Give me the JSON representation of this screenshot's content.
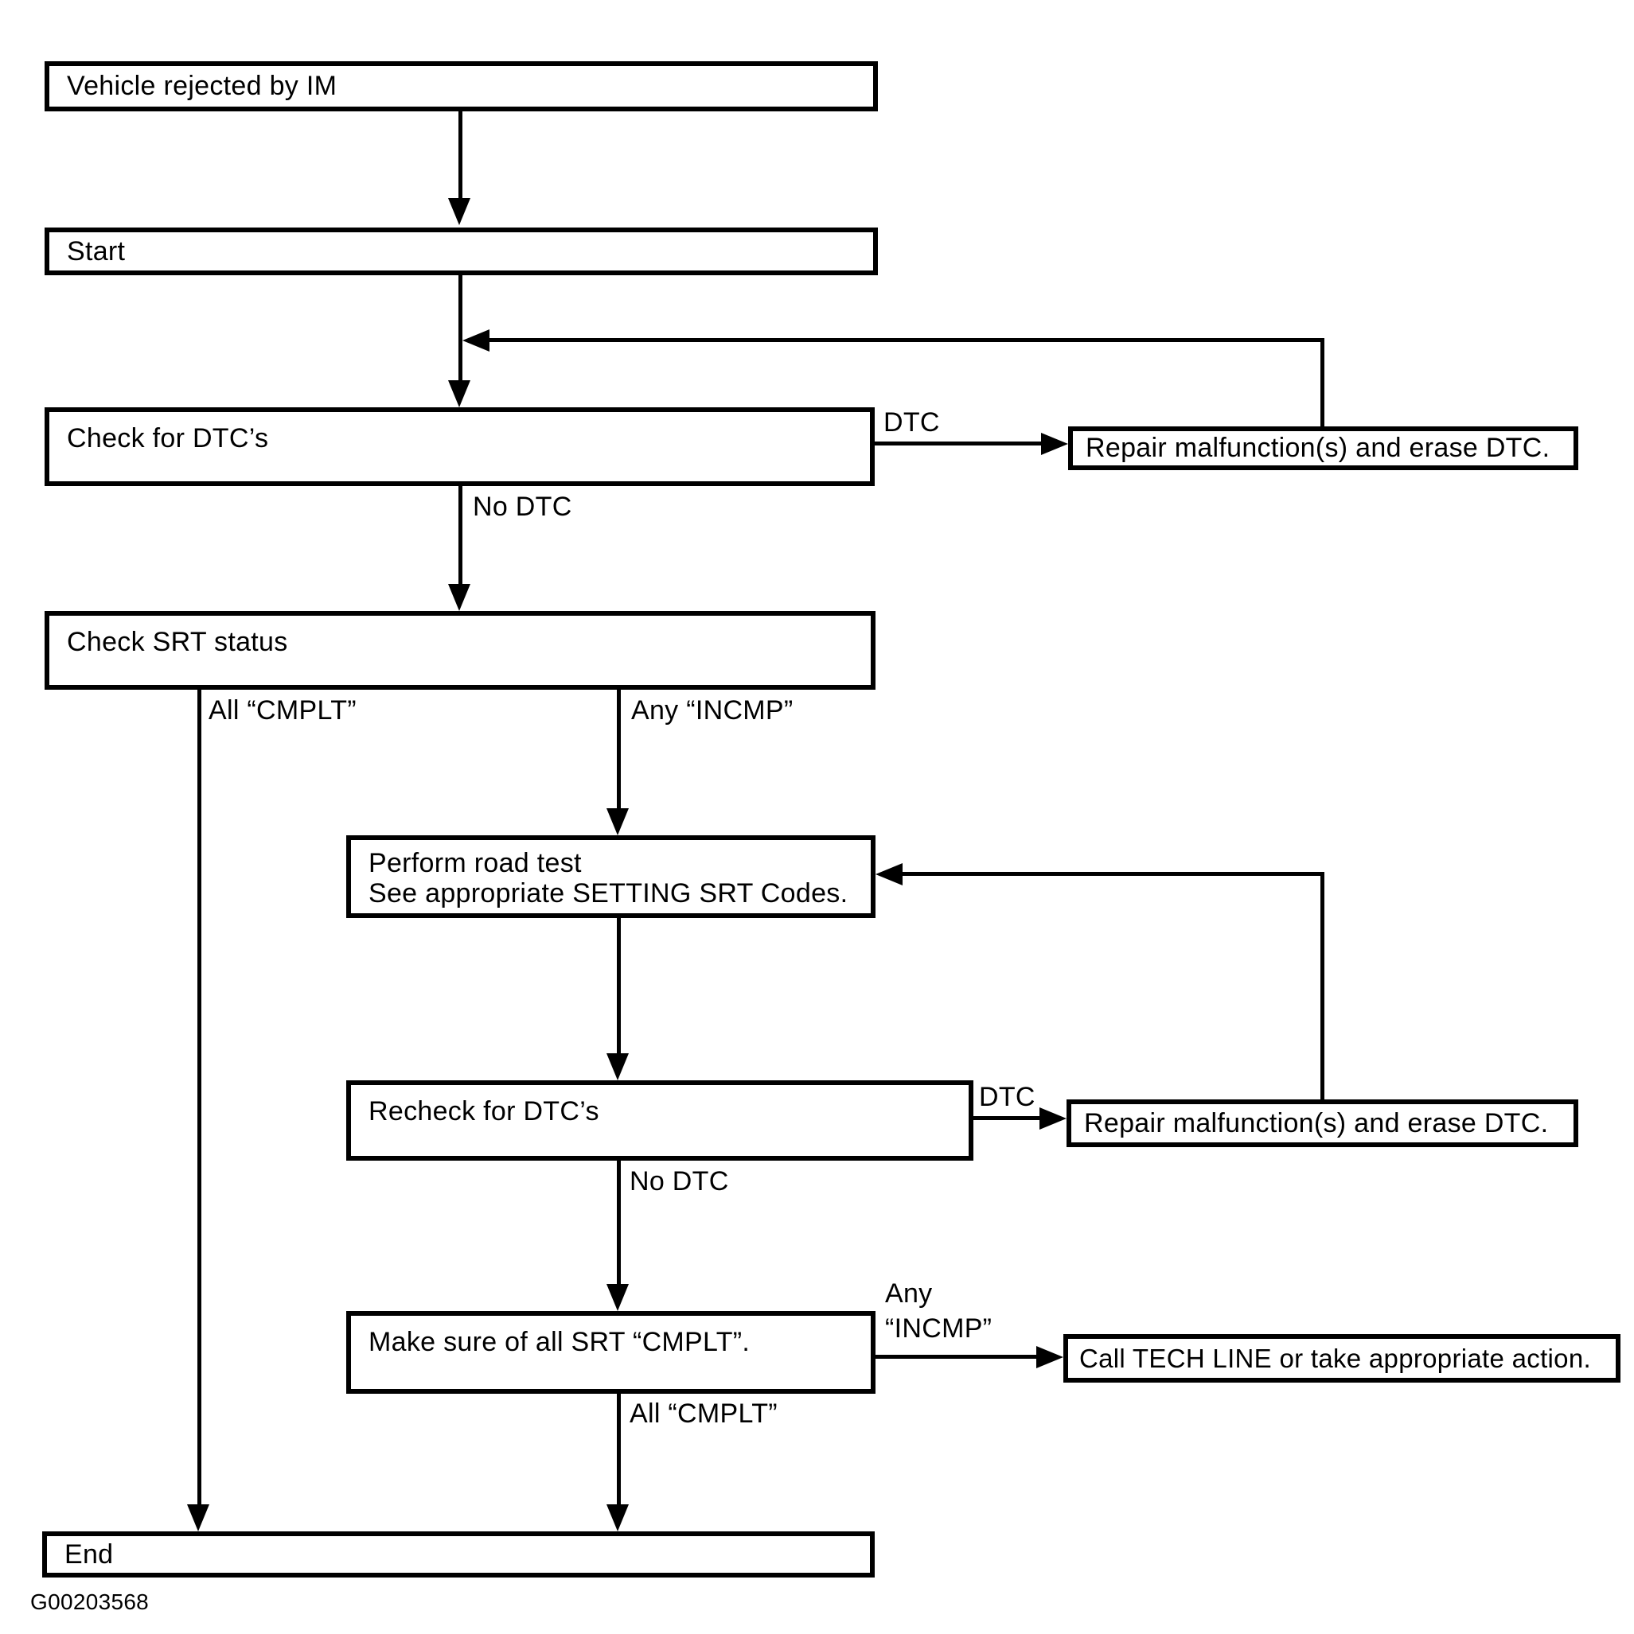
{
  "figure": {
    "caption": "G00203568"
  },
  "nodes": {
    "vehicle_rejected": {
      "label": "Vehicle rejected by IM"
    },
    "start": {
      "label": "Start"
    },
    "check_dtc": {
      "label": "Check for DTC’s"
    },
    "repair_1": {
      "label": "Repair malfunction(s) and erase DTC."
    },
    "check_srt": {
      "label": "Check SRT status"
    },
    "perform_road_test": {
      "line1": "Perform road test",
      "line2": "See appropriate SETTING SRT Codes."
    },
    "recheck_dtc": {
      "label": "Recheck for DTC’s"
    },
    "repair_2": {
      "label": "Repair malfunction(s) and erase DTC."
    },
    "make_sure_srt": {
      "label": "Make sure of all SRT “CMPLT”."
    },
    "call_tech_line": {
      "label": "Call TECH LINE or take appropriate action."
    },
    "end": {
      "label": "End"
    }
  },
  "edge_labels": {
    "dtc_1": "DTC",
    "no_dtc_1": "No DTC",
    "all_cmplt_1": "All “CMPLT”",
    "any_incmp_1": "Any “INCMP”",
    "dtc_2": "DTC",
    "no_dtc_2": "No DTC",
    "any_incmp_2_line1": "Any",
    "any_incmp_2_line2": "“INCMP”",
    "all_cmplt_2": "All “CMPLT”"
  },
  "colors": {
    "ink": "#000000",
    "paper": "#ffffff"
  }
}
